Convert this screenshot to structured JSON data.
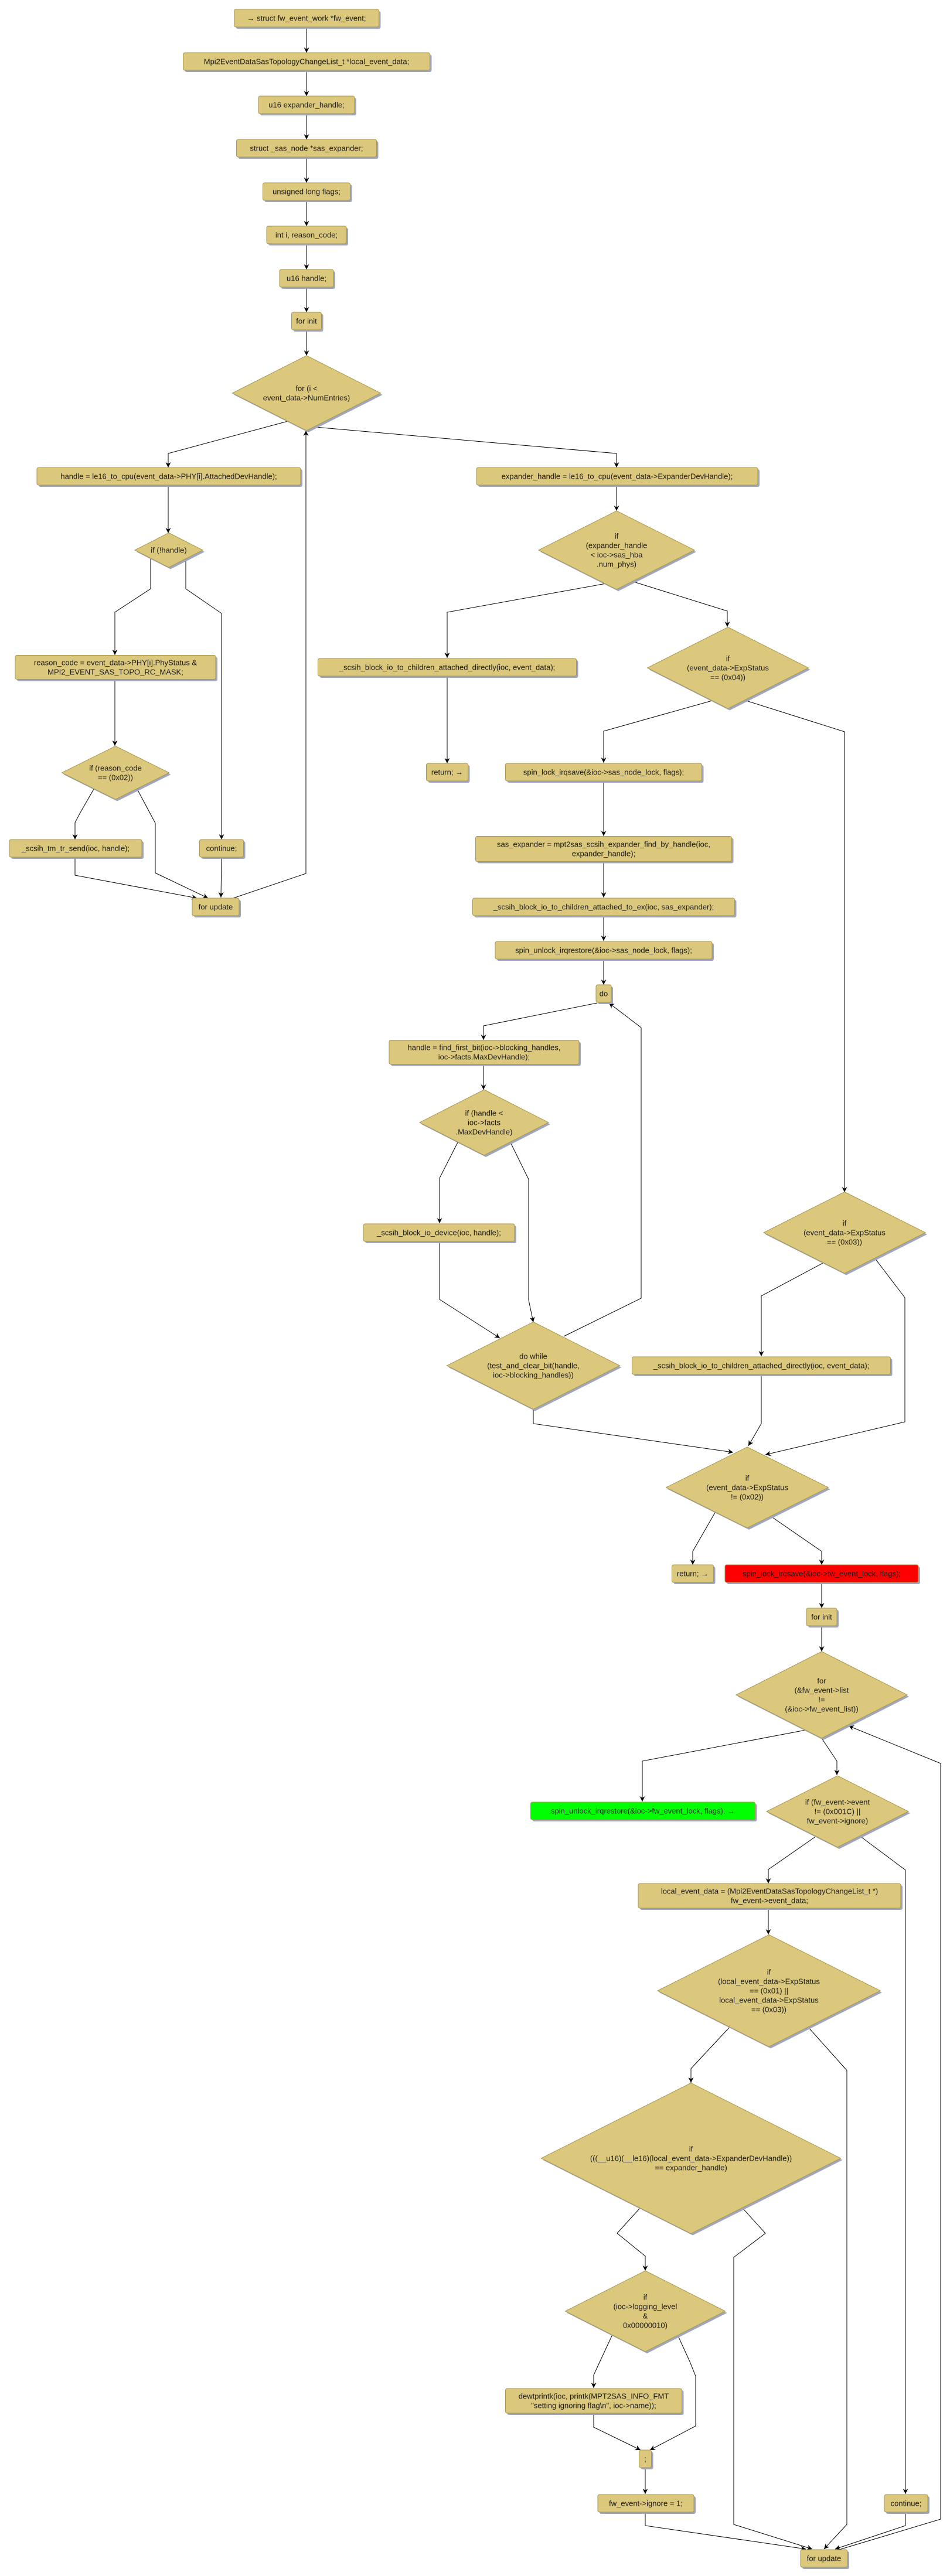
{
  "colors": {
    "node_fill": "#dbc87c",
    "node_border": "#a8974c",
    "shadow": "#9ea7bf",
    "highlight_red": "#ff0000",
    "highlight_green": "#00ff00"
  },
  "nodes": [
    {
      "shape": "box",
      "lines": [
        "→ struct fw_event_work *fw_event;"
      ]
    },
    {
      "shape": "box",
      "lines": [
        "Mpi2EventDataSasTopologyChangeList_t *local_event_data;"
      ]
    },
    {
      "shape": "box",
      "lines": [
        "u16 expander_handle;"
      ]
    },
    {
      "shape": "box",
      "lines": [
        "struct _sas_node *sas_expander;"
      ]
    },
    {
      "shape": "box",
      "lines": [
        "unsigned long flags;"
      ]
    },
    {
      "shape": "box",
      "lines": [
        "int i, reason_code;"
      ]
    },
    {
      "shape": "box",
      "lines": [
        "u16 handle;"
      ]
    },
    {
      "shape": "box",
      "lines": [
        "for init"
      ]
    },
    {
      "shape": "diamond",
      "lines": [
        "for (i <",
        "event_data->NumEntries)"
      ]
    },
    {
      "shape": "box",
      "lines": [
        "handle = le16_to_cpu(event_data->PHY[i].AttachedDevHandle);"
      ]
    },
    {
      "shape": "box",
      "lines": [
        "expander_handle = le16_to_cpu(event_data->ExpanderDevHandle);"
      ]
    },
    {
      "shape": "diamond",
      "lines": [
        "if (!handle)"
      ]
    },
    {
      "shape": "diamond",
      "lines": [
        "if",
        "(expander_handle",
        "< ioc->sas_hba",
        ".num_phys)"
      ]
    },
    {
      "shape": "box",
      "lines": [
        "reason_code = event_data->PHY[i].PhyStatus &",
        "MPI2_EVENT_SAS_TOPO_RC_MASK;"
      ]
    },
    {
      "shape": "box",
      "lines": [
        "_scsih_block_io_to_children_attached_directly(ioc, event_data);"
      ]
    },
    {
      "shape": "diamond",
      "lines": [
        "if",
        "(event_data->ExpStatus",
        "== (0x04))"
      ]
    },
    {
      "shape": "diamond",
      "lines": [
        "if (reason_code",
        "== (0x02))"
      ]
    },
    {
      "shape": "box",
      "lines": [
        "return; →"
      ]
    },
    {
      "shape": "box",
      "lines": [
        "spin_lock_irqsave(&ioc->sas_node_lock, flags);"
      ]
    },
    {
      "shape": "box",
      "lines": [
        "_scsih_tm_tr_send(ioc, handle);"
      ]
    },
    {
      "shape": "box",
      "lines": [
        "continue;"
      ]
    },
    {
      "shape": "box",
      "lines": [
        "sas_expander = mpt2sas_scsih_expander_find_by_handle(ioc,",
        "expander_handle);"
      ]
    },
    {
      "shape": "box",
      "lines": [
        "for update"
      ]
    },
    {
      "shape": "box",
      "lines": [
        "_scsih_block_io_to_children_attached_to_ex(ioc, sas_expander);"
      ]
    },
    {
      "shape": "box",
      "lines": [
        "spin_unlock_irqrestore(&ioc->sas_node_lock, flags);"
      ]
    },
    {
      "shape": "box",
      "lines": [
        "do"
      ]
    },
    {
      "shape": "box",
      "lines": [
        "handle = find_first_bit(ioc->blocking_handles,",
        "ioc->facts.MaxDevHandle);"
      ]
    },
    {
      "shape": "diamond",
      "lines": [
        "if (handle <",
        "ioc->facts",
        ".MaxDevHandle)"
      ]
    },
    {
      "shape": "box",
      "lines": [
        "_scsih_block_io_device(ioc, handle);"
      ]
    },
    {
      "shape": "diamond",
      "lines": [
        "if",
        "(event_data->ExpStatus",
        "== (0x03))"
      ]
    },
    {
      "shape": "diamond",
      "lines": [
        "do while",
        "(test_and_clear_bit(handle,",
        "ioc->blocking_handles))"
      ]
    },
    {
      "shape": "box",
      "lines": [
        "_scsih_block_io_to_children_attached_directly(ioc, event_data);"
      ]
    },
    {
      "shape": "diamond",
      "lines": [
        "if",
        "(event_data->ExpStatus",
        "!= (0x02))"
      ]
    },
    {
      "shape": "box",
      "lines": [
        "return; →"
      ]
    },
    {
      "shape": "box",
      "color": "red",
      "lines": [
        "spin_lock_irqsave(&ioc->fw_event_lock, flags);"
      ]
    },
    {
      "shape": "box",
      "lines": [
        "for init"
      ]
    },
    {
      "shape": "diamond",
      "lines": [
        "for",
        "(&fw_event->list",
        "!=",
        "(&ioc->fw_event_list))"
      ]
    },
    {
      "shape": "box",
      "color": "green",
      "lines": [
        "spin_unlock_irqrestore(&ioc->fw_event_lock, flags); →"
      ]
    },
    {
      "shape": "diamond",
      "lines": [
        "if (fw_event->event",
        "!= (0x001C) ||",
        "fw_event->ignore)"
      ]
    },
    {
      "shape": "box",
      "lines": [
        "local_event_data = (Mpi2EventDataSasTopologyChangeList_t *)",
        "fw_event->event_data;"
      ]
    },
    {
      "shape": "diamond",
      "lines": [
        "if",
        "(local_event_data->ExpStatus",
        "== (0x01) ||",
        "local_event_data->ExpStatus",
        "== (0x03))"
      ]
    },
    {
      "shape": "diamond",
      "lines": [
        "if",
        "(((__u16)(__le16)(local_event_data->ExpanderDevHandle))",
        "== expander_handle)"
      ]
    },
    {
      "shape": "diamond",
      "lines": [
        "if",
        "(ioc->logging_level",
        "&",
        "0x00000010)"
      ]
    },
    {
      "shape": "box",
      "lines": [
        "dewtprintk(ioc, printk(MPT2SAS_INFO_FMT",
        "\"setting ignoring flag\\n\", ioc->name));"
      ]
    },
    {
      "shape": "box",
      "lines": [
        ";"
      ]
    },
    {
      "shape": "box",
      "lines": [
        "fw_event->ignore = 1;"
      ]
    },
    {
      "shape": "box",
      "lines": [
        "continue;"
      ]
    },
    {
      "shape": "box",
      "lines": [
        "for update"
      ]
    }
  ]
}
